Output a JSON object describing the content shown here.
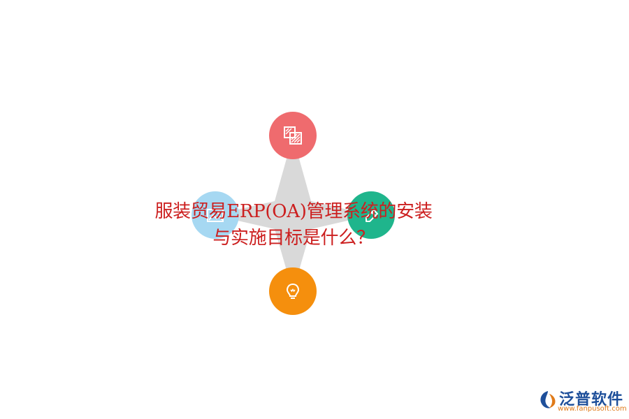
{
  "title": {
    "line1": "服装贸易ERP(OA)管理系统的安装",
    "line2": "与实施目标是什么？"
  },
  "nodes": [
    {
      "id": "top",
      "color": "#ef6b6e",
      "icon": "pages-icon"
    },
    {
      "id": "left",
      "color": "#a6d8f2",
      "icon": "image-icon"
    },
    {
      "id": "right",
      "color": "#1fb58c",
      "icon": "edit-icon"
    },
    {
      "id": "bottom",
      "color": "#f58f0d",
      "icon": "lightbulb-icon"
    }
  ],
  "star_color": "#d9d9d9",
  "logo": {
    "name": "泛普软件",
    "url": "www.fanpusoft.com"
  }
}
